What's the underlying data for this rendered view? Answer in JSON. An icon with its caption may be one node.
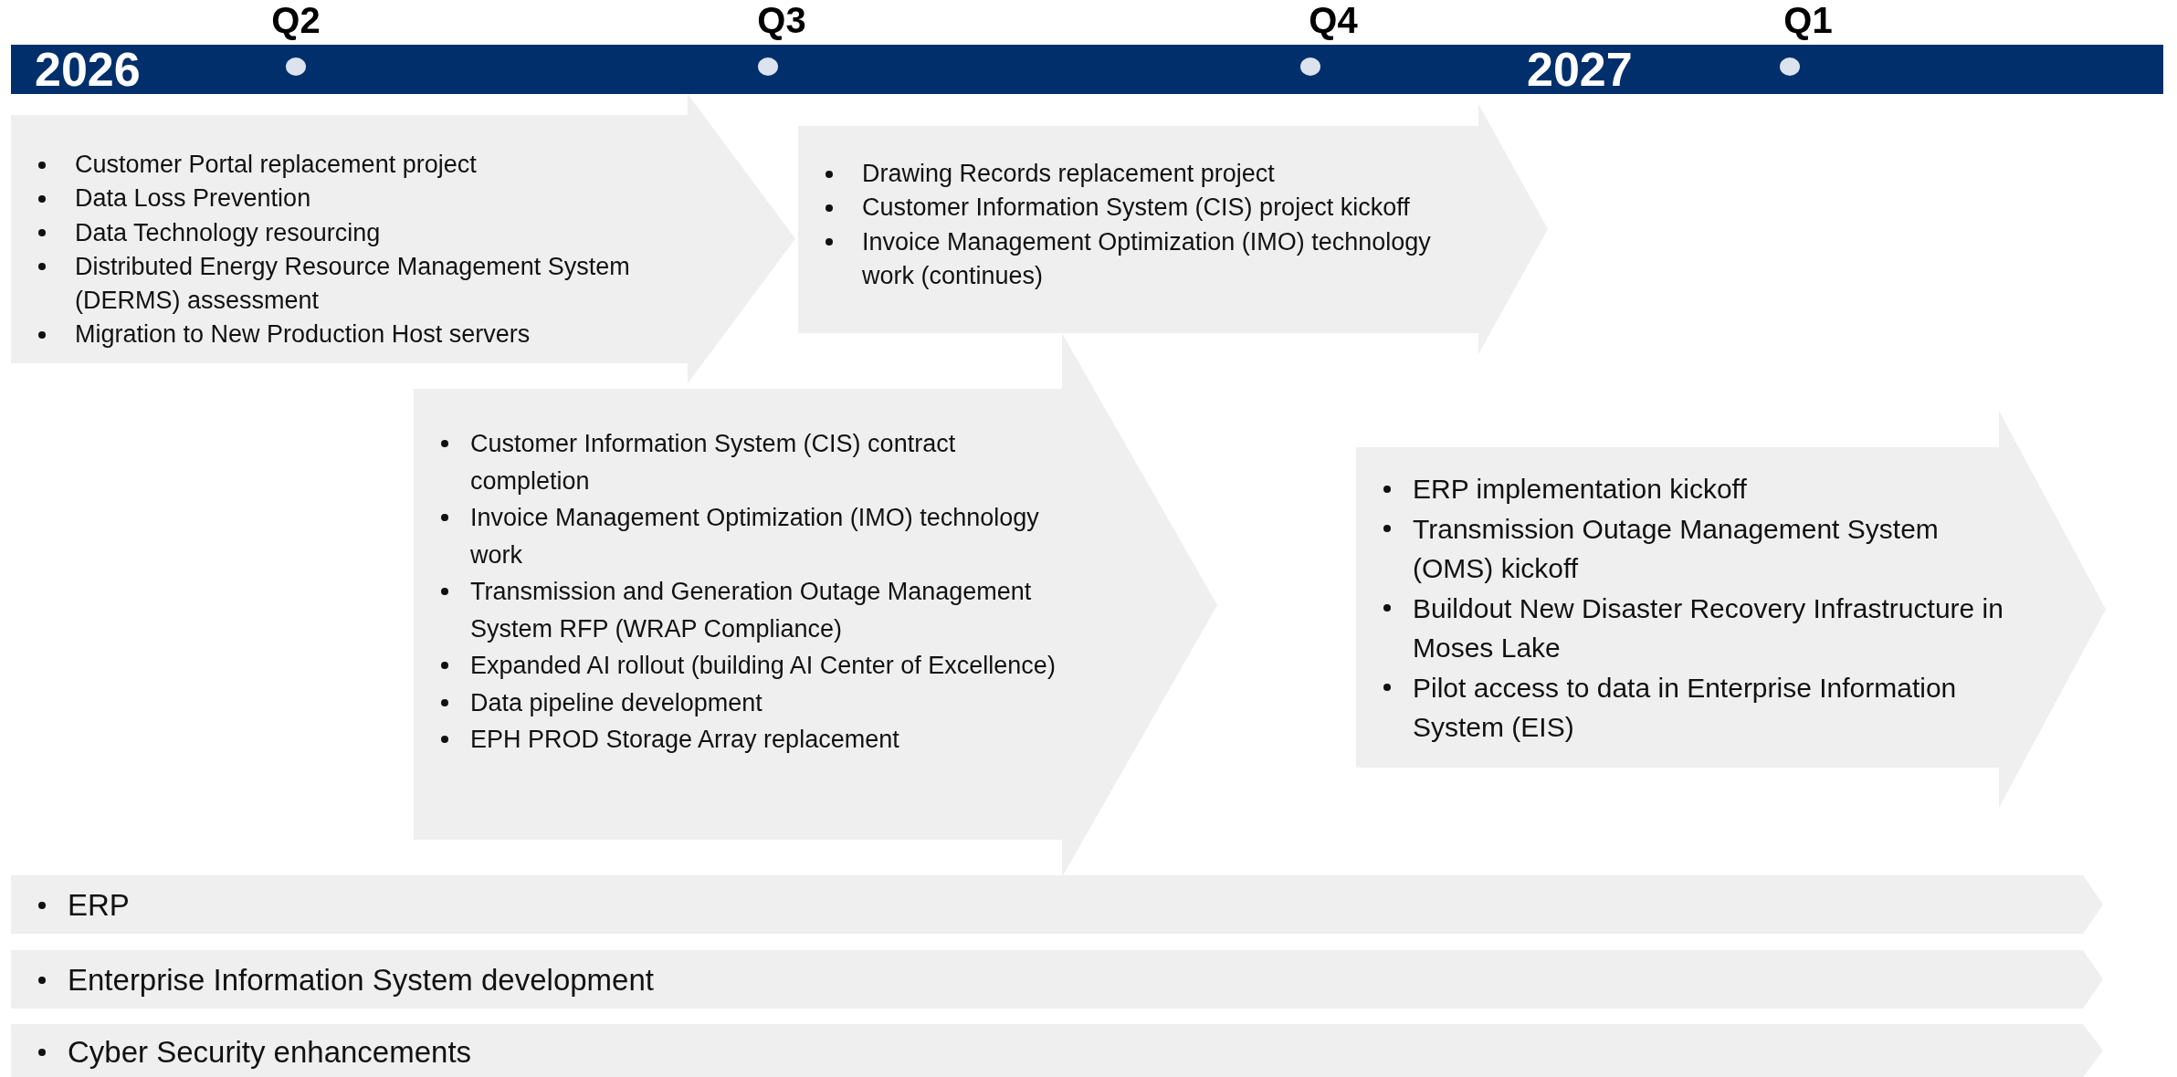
{
  "diagram": {
    "nodes": [
      {
        "text": [
          "Customer Portal replacement project",
          "Data Loss Prevention",
          "Data Technology resourcing",
          "Distributed Energy Resource Management System (DERMS) assessment",
          "Migration to New Production Host servers"
        ]
      },
      {
        "text": [
          "Drawing Records replacement project",
          "Customer Information System (CIS) project kickoff",
          "Invoice Management Optimization (IMO) technology work (continues)"
        ]
      },
      {
        "text": [
          "Customer Information System (CIS) contract completion",
          "Invoice Management Optimization (IMO) technology work",
          "Transmission and Generation Outage Management System RFP (WRAP Compliance)",
          "Expanded AI rollout (building AI Center of Excellence)",
          "Data pipeline development",
          "EPH PROD Storage Array replacement"
        ]
      },
      {
        "text": [
          "ERP implementation kickoff",
          "Transmission Outage Management System (OMS) kickoff",
          "Buildout New Disaster Recovery Infrastructure in Moses Lake",
          "Pilot access to data in Enterprise Information System (EIS)"
        ]
      },
      {
        "text": [
          "ERP"
        ]
      },
      {
        "text": [
          "Enterprise Information System development"
        ]
      },
      {
        "text": [
          "Cyber Security enhancements"
        ]
      }
    ],
    "labels": [
      "Q2",
      "Q3",
      "Q4",
      "Q1",
      "2026",
      "2027"
    ]
  }
}
